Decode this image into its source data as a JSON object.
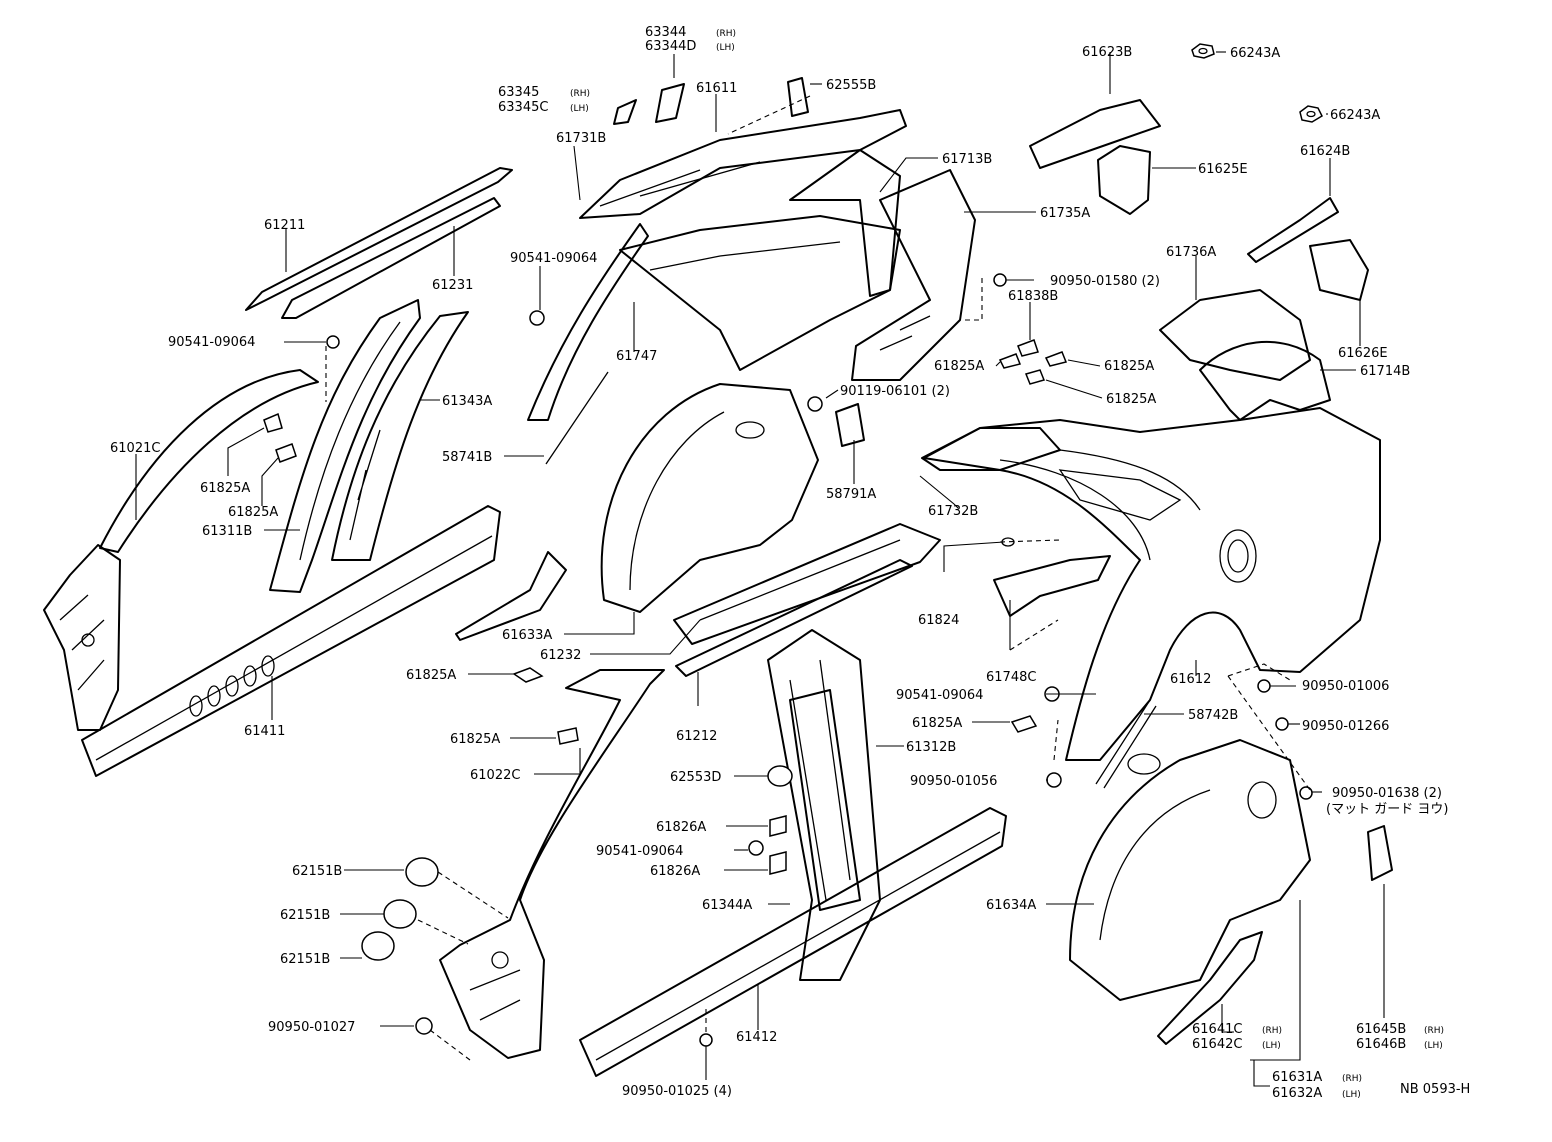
{
  "footer_code": "NB 0593-H",
  "parts": {
    "p63344": "63344",
    "p63344_sub": "(RH)",
    "p63344d": "63344D",
    "p63344d_sub": "(LH)",
    "p63345": "63345",
    "p63345_sub": "(RH)",
    "p63345c": "63345C",
    "p63345c_sub": "(LH)",
    "p61611": "61611",
    "p62555b": "62555B",
    "p61731b": "61731B",
    "p61713b": "61713B",
    "p61735a": "61735A",
    "p61211": "61211",
    "p61231": "61231",
    "p90541_09064_a": "90541-09064",
    "p90541_09064_b": "90541-09064",
    "p90541_09064_c": "90541-09064",
    "p90541_09064_d": "90541-09064",
    "p61747": "61747",
    "p90950_01580": "90950-01580 (2)",
    "p61838b": "61838B",
    "p61825a_1": "61825A",
    "p61825a_2": "61825A",
    "p61825a_3": "61825A",
    "p61825a_4": "61825A",
    "p61825a_5": "61825A",
    "p61825a_6": "61825A",
    "p61825a_7": "61825A",
    "p61825a_8": "61825A",
    "p90119_06101": "90119-06101 (2)",
    "p61343a": "61343A",
    "p58741b": "58741B",
    "p58791a": "58791A",
    "p61021c": "61021C",
    "p61311b": "61311B",
    "p61732b": "61732B",
    "p61824": "61824",
    "p61633a": "61633A",
    "p61232": "61232",
    "p61748c": "61748C",
    "p61411": "61411",
    "p61212": "61212",
    "p61612": "61612",
    "p90950_01006": "90950-01006",
    "p90950_01266": "90950-01266",
    "p58742b": "58742B",
    "p61022c": "61022C",
    "p61312b": "61312B",
    "p62553d": "62553D",
    "p90950_01056": "90950-01056",
    "p90950_01638": "90950-01638 (2)",
    "p90950_01638_note": "(マット ガード ヨウ)",
    "p61826a_1": "61826A",
    "p61826a_2": "61826A",
    "p62151b_1": "62151B",
    "p62151b_2": "62151B",
    "p62151b_3": "62151B",
    "p61344a": "61344A",
    "p61634a": "61634A",
    "p90950_01027": "90950-01027",
    "p61412": "61412",
    "p61641c": "61641C",
    "p61641c_sub": "(RH)",
    "p61642c": "61642C",
    "p61642c_sub": "(LH)",
    "p61645b": "61645B",
    "p61645b_sub": "(RH)",
    "p61646b": "61646B",
    "p61646b_sub": "(LH)",
    "p90950_01025": "90950-01025 (4)",
    "p61631a": "61631A",
    "p61631a_sub": "(RH)",
    "p61632a": "61632A",
    "p61632a_sub": "(LH)",
    "p61623b": "61623B",
    "p66243a_1": "66243A",
    "p66243a_2": "66243A",
    "p61625e": "61625E",
    "p61624b": "61624B",
    "p61736a": "61736A",
    "p61626e": "61626E",
    "p61714b": "61714B"
  }
}
